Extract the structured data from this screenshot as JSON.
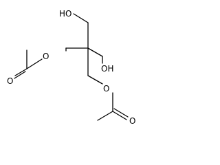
{
  "molecule": {
    "labels": {
      "hydroxyl_top": "HO",
      "hydroxyl_right": "OH",
      "ester_oxygen_left": "O",
      "ester_oxygen_right": "O",
      "carbonyl_oxygen_left": "O",
      "carbonyl_oxygen_right": "O"
    },
    "colors": {
      "bond": "#000000",
      "text": "#000000",
      "background": "#ffffff"
    }
  }
}
